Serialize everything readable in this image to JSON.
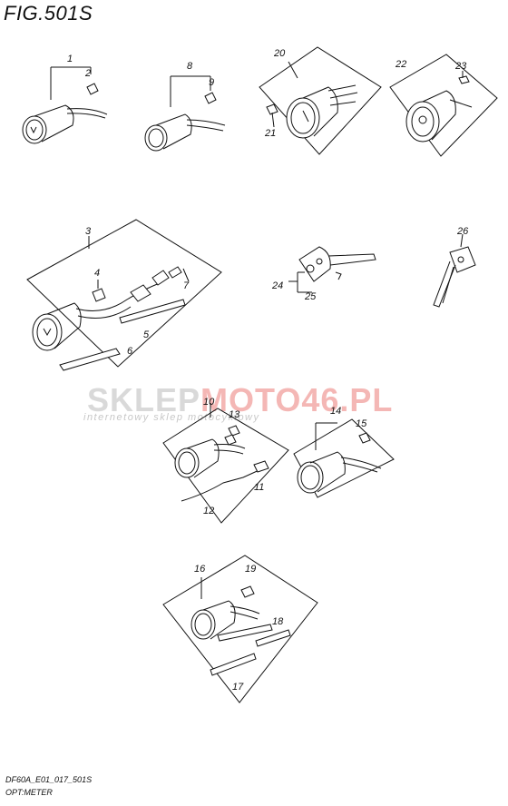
{
  "figure": {
    "title": "FIG.501S",
    "code": "DF60A_E01_017_501S",
    "caption": "OPT:METER"
  },
  "watermark": {
    "brand_a": "SKLEP",
    "brand_b": "MOTO46.PL",
    "tagline": "internetowy sklep motocyklowy"
  },
  "callouts": [
    "1",
    "2",
    "3",
    "4",
    "5",
    "6",
    "7",
    "8",
    "9",
    "10",
    "11",
    "12",
    "13",
    "14",
    "15",
    "16",
    "17",
    "18",
    "19",
    "20",
    "21",
    "22",
    "23",
    "24",
    "25",
    "26"
  ]
}
